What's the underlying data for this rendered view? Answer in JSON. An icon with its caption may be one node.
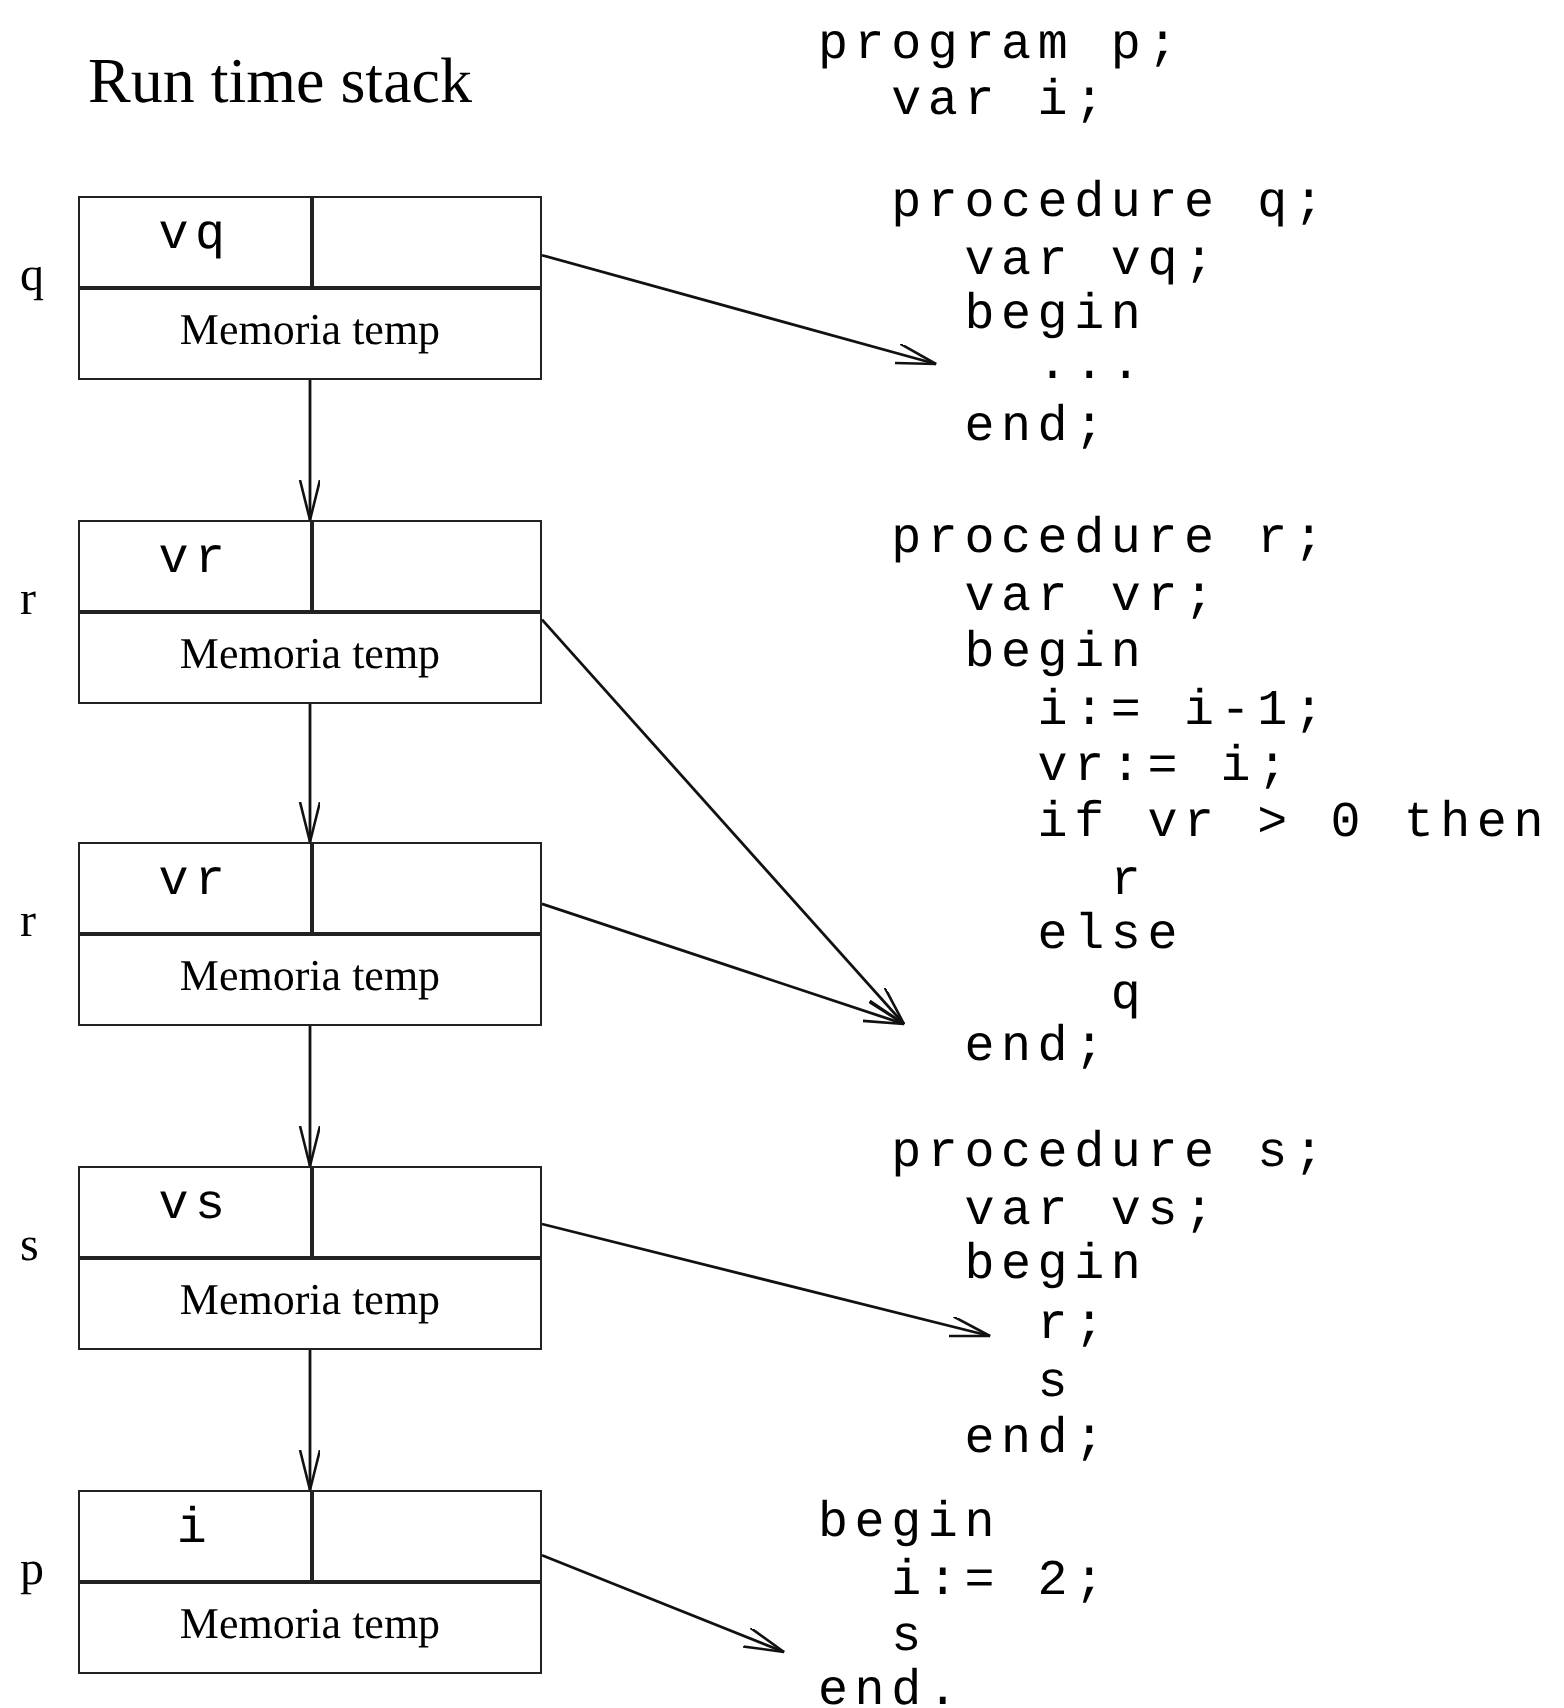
{
  "diagram": {
    "title": "Run time stack",
    "nodes": [
      {
        "text": [
          "vq",
          "Memoria temp"
        ],
        "beside": [
          "q"
        ]
      },
      {
        "text": [
          "vr",
          "Memoria temp"
        ],
        "beside": [
          "r"
        ]
      },
      {
        "text": [
          "vr",
          "Memoria temp"
        ],
        "beside": [
          "r"
        ]
      },
      {
        "text": [
          "vs",
          "Memoria temp"
        ],
        "beside": [
          "s"
        ]
      },
      {
        "text": [
          "i",
          "Memoria temp"
        ],
        "beside": [
          "p"
        ]
      }
    ],
    "edges": [
      {
        "from": 0,
        "to": 1,
        "arrow": "to"
      },
      {
        "from": 1,
        "to": 2,
        "arrow": "to"
      },
      {
        "from": 2,
        "to": 3,
        "arrow": "to"
      },
      {
        "from": 3,
        "to": 4,
        "arrow": "to"
      },
      {
        "from": 0,
        "to": null,
        "arrow": "to"
      },
      {
        "from": 1,
        "to": null,
        "arrow": "to"
      },
      {
        "from": 2,
        "to": null,
        "arrow": "to"
      },
      {
        "from": 3,
        "to": null,
        "arrow": "to"
      },
      {
        "from": 4,
        "to": null,
        "arrow": "to"
      }
    ],
    "labels": [
      "program p;",
      "var i;",
      "procedure q;",
      "var vq;",
      "begin",
      "...",
      "end;",
      "procedure r;",
      "var vr;",
      "begin",
      "i:= i-1;",
      "vr:= i;",
      "if vr > 0 then",
      "r",
      "else",
      "q",
      "end;",
      "procedure s;",
      "var vs;",
      "begin",
      "r;",
      "s",
      "end;",
      "begin",
      "i:= 2;",
      "s",
      "end."
    ]
  }
}
